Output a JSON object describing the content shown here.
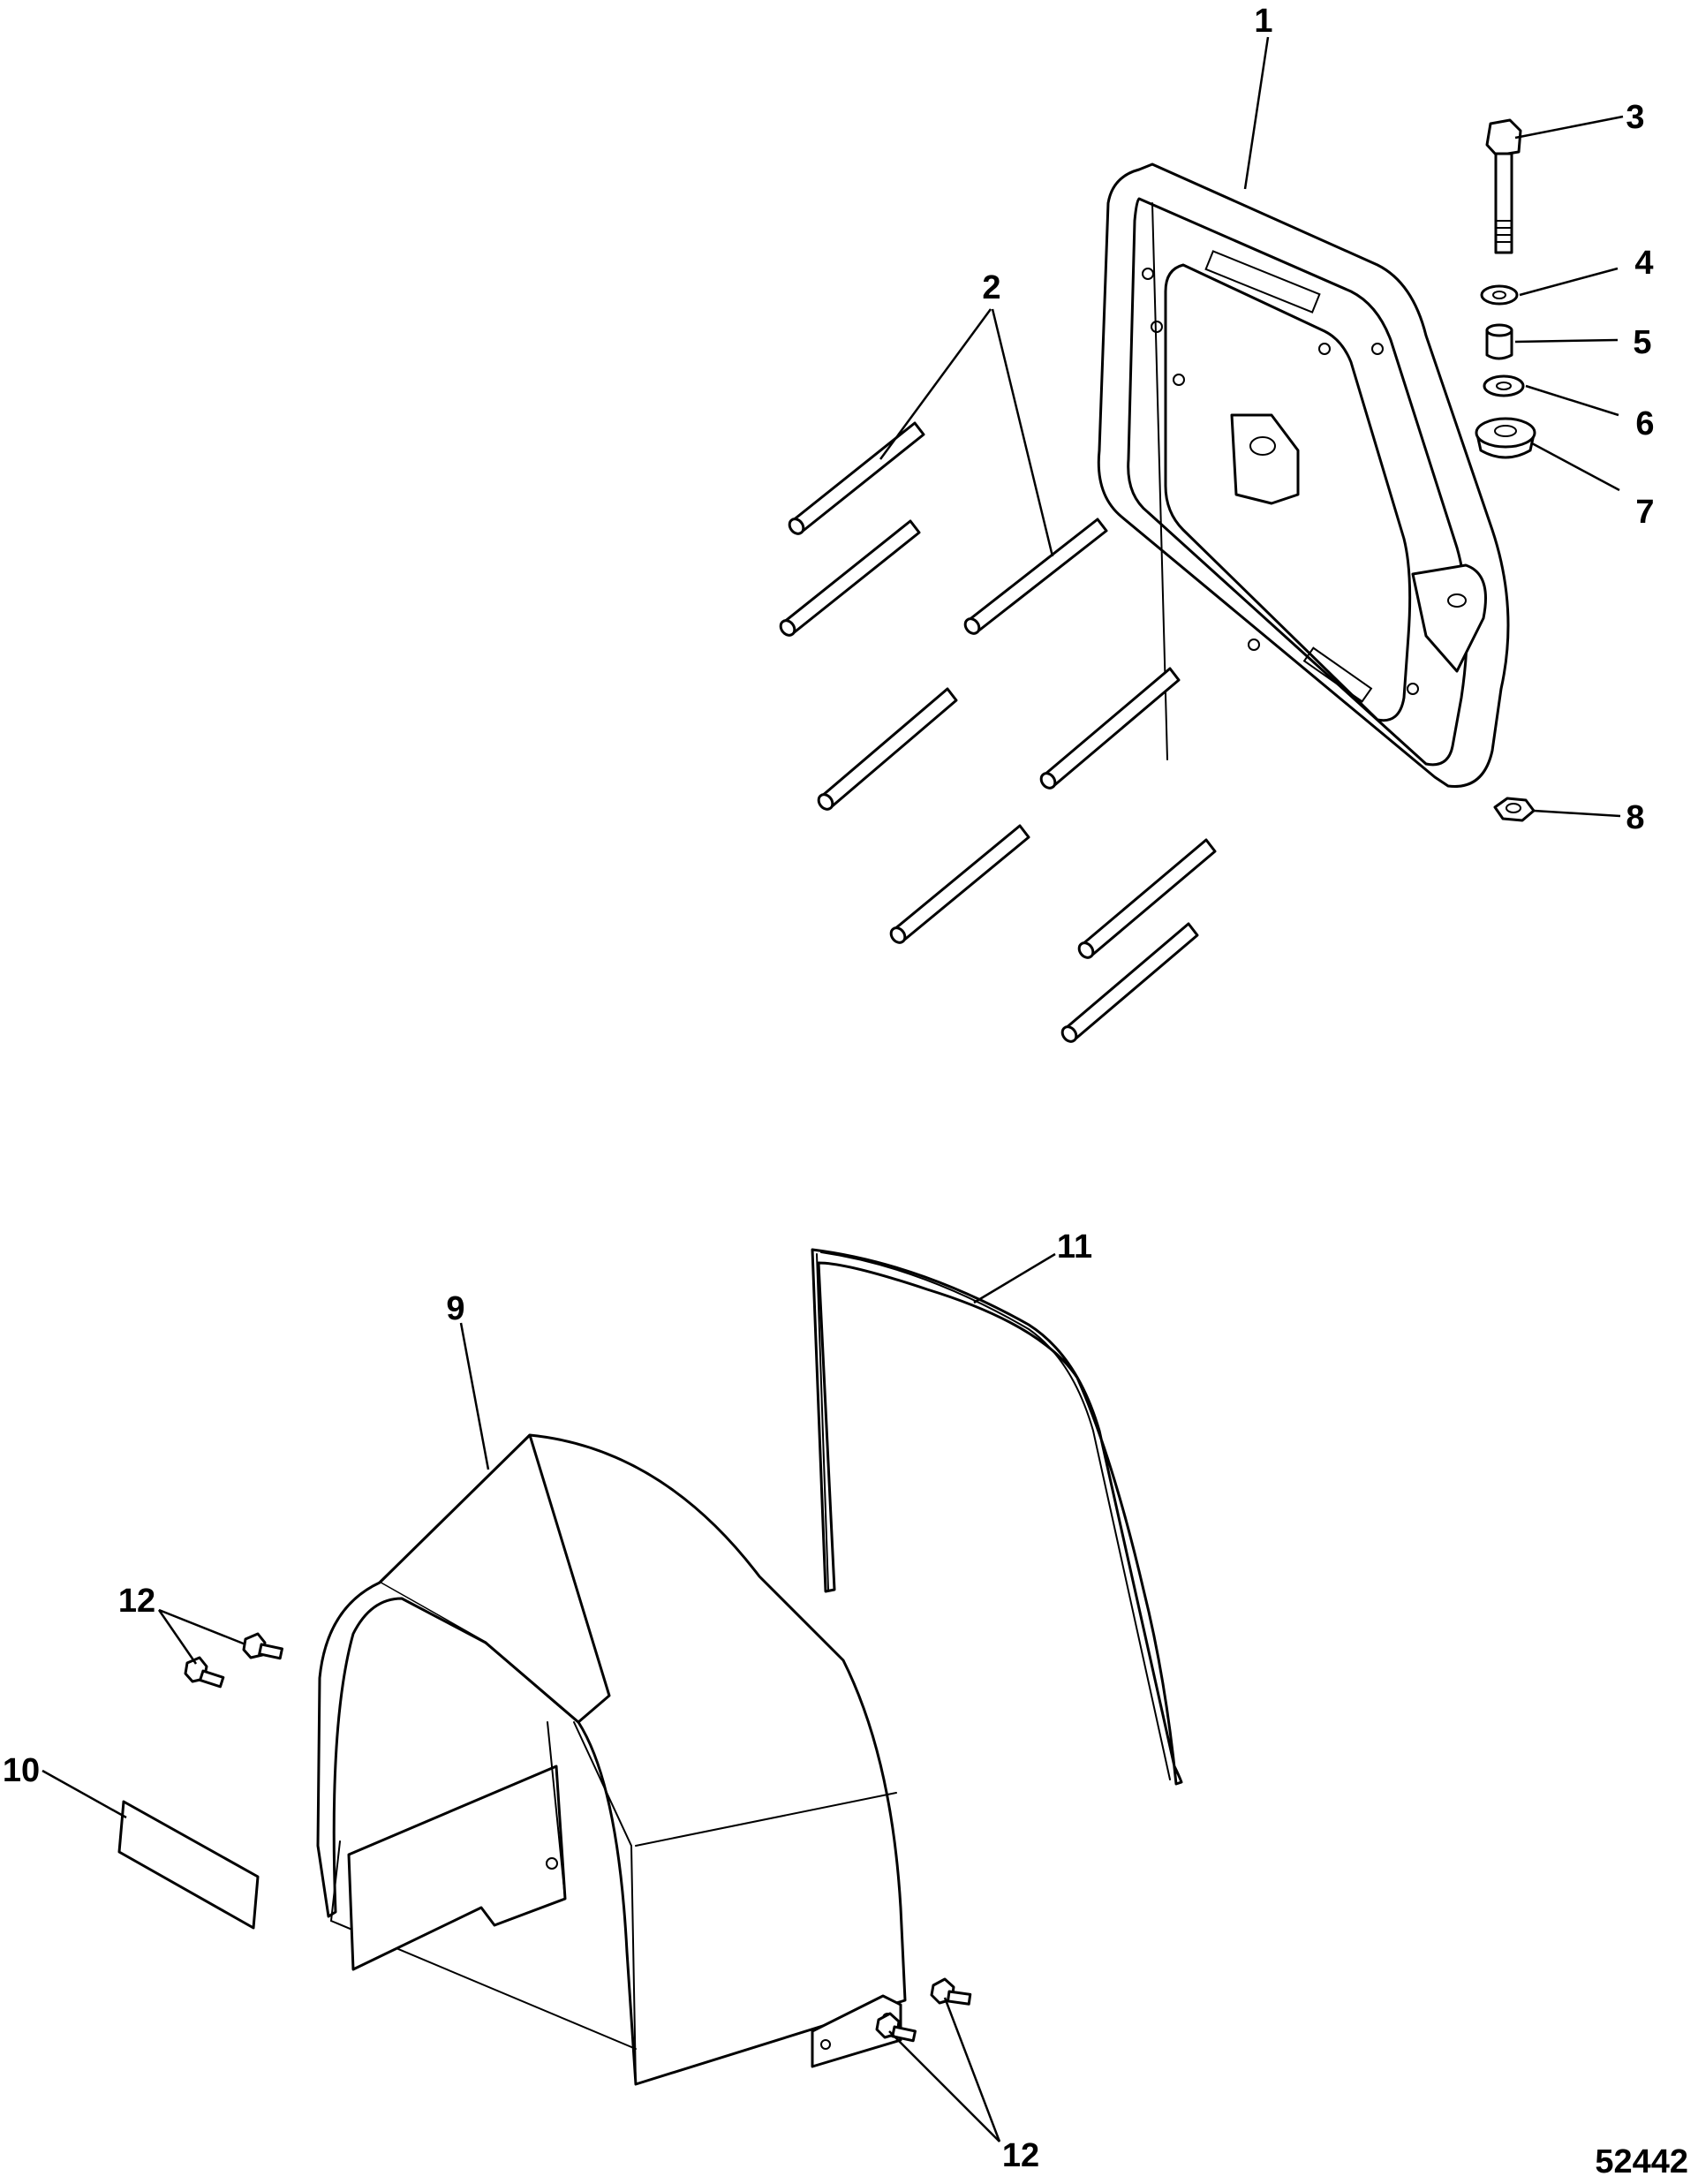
{
  "diagram": {
    "figure_id": "52442",
    "callouts": [
      {
        "id": "1",
        "label": "1"
      },
      {
        "id": "2",
        "label": "2"
      },
      {
        "id": "3",
        "label": "3"
      },
      {
        "id": "4",
        "label": "4"
      },
      {
        "id": "5",
        "label": "5"
      },
      {
        "id": "6",
        "label": "6"
      },
      {
        "id": "7",
        "label": "7"
      },
      {
        "id": "8",
        "label": "8"
      },
      {
        "id": "9",
        "label": "9"
      },
      {
        "id": "10",
        "label": "10"
      },
      {
        "id": "11",
        "label": "11"
      },
      {
        "id": "12a",
        "label": "12"
      },
      {
        "id": "12b",
        "label": "12"
      }
    ]
  }
}
